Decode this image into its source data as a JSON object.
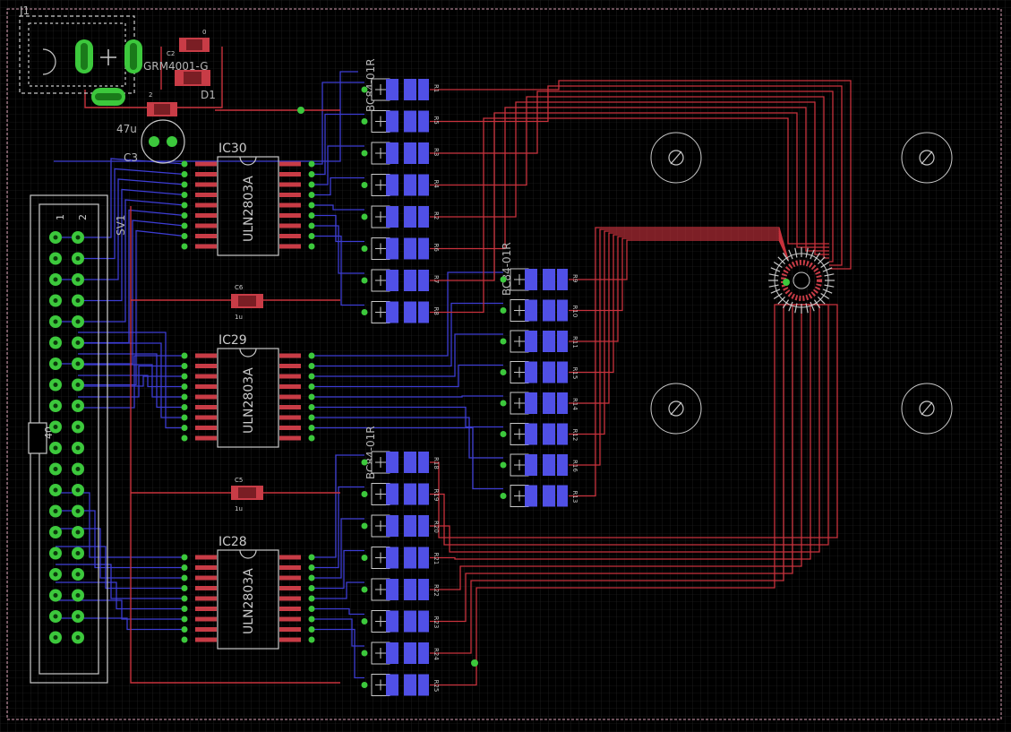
{
  "colors": {
    "background": "#000000",
    "grid": "#2a2a2a",
    "border": "#d9a0b4",
    "top_trace": "#c8323c",
    "bottom_trace": "#3c3cd2",
    "pad_green": "#3cc83c",
    "smd_red": "#c83c46",
    "smd_blue": "#5050e6",
    "silkscreen": "#c8c8c8"
  },
  "board": {
    "connector_j1": {
      "ref": "J1"
    },
    "diode": {
      "value": "GRM4001-G",
      "ref": "D1"
    },
    "cap_c3": {
      "value": "47u",
      "ref": "C3"
    },
    "cap_c6": {
      "ref": "C6",
      "value": "1u"
    },
    "cap_c5": {
      "ref": "C5",
      "value": "1u"
    },
    "ic30": {
      "ref": "IC30",
      "part": "ULN2803A"
    },
    "ic29": {
      "ref": "IC29",
      "part": "ULN2803A"
    },
    "ic28": {
      "ref": "IC28",
      "part": "ULN2803A"
    },
    "header_sv1": {
      "ref": "SV1",
      "pin1": "1",
      "pin2": "2",
      "pin40": "40"
    },
    "led_bank_1": {
      "header": "BC84-01R",
      "resistors": [
        "R1",
        "R5",
        "R3",
        "R4",
        "R2",
        "R6",
        "R7",
        "R8"
      ]
    },
    "led_bank_2": {
      "header": "BC84-01R",
      "resistors": [
        "R9",
        "R10",
        "R11",
        "R15",
        "R14",
        "R12",
        "R16",
        "R13"
      ]
    },
    "led_bank_3": {
      "header": "BC84-01R",
      "resistors": [
        "R18",
        "R19",
        "R20",
        "R21",
        "R22",
        "R23",
        "R24",
        "R25"
      ]
    },
    "misc_labels": {
      "small_0": "0",
      "small_2": "2",
      "small_c2": "C2"
    }
  }
}
